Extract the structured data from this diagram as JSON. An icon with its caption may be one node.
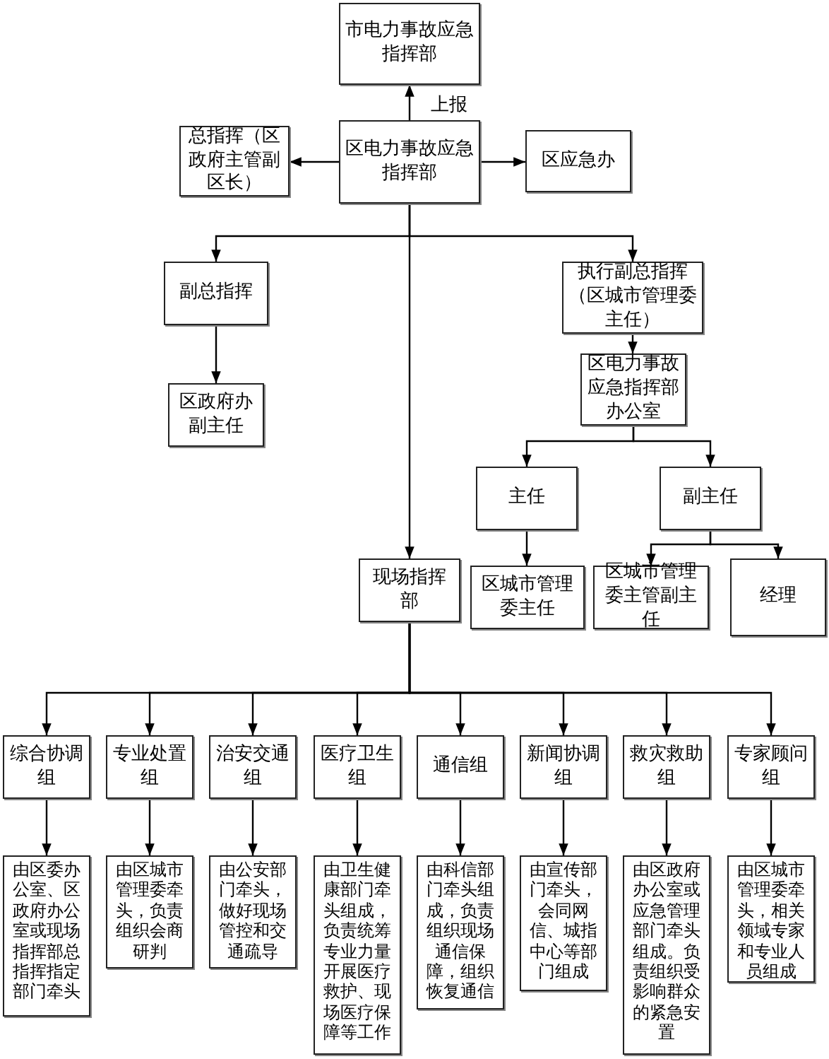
{
  "diagram": {
    "nodes": [
      {
        "text": [
          "市电力事故应急指挥部"
        ]
      },
      {
        "text": [
          "总指挥（区政府主管副区长）"
        ]
      },
      {
        "text": [
          "区电力事故应急指挥部"
        ]
      },
      {
        "text": [
          "区应急办"
        ]
      },
      {
        "text": [
          "副总指挥"
        ]
      },
      {
        "text": [
          "执行副总指挥（区城市管理委主任）"
        ]
      },
      {
        "text": [
          "区政府办副主任"
        ]
      },
      {
        "text": [
          "区电力事故应急指挥部办公室"
        ]
      },
      {
        "text": [
          "主任"
        ]
      },
      {
        "text": [
          "副主任"
        ]
      },
      {
        "text": [
          "现场指挥部"
        ]
      },
      {
        "text": [
          "区城市管理委主任"
        ]
      },
      {
        "text": [
          "区城市管理委主管副主任"
        ]
      },
      {
        "text": [
          "经理"
        ]
      },
      {
        "text": [
          "综合协调组"
        ]
      },
      {
        "text": [
          "专业处置组"
        ]
      },
      {
        "text": [
          "治安交通组"
        ]
      },
      {
        "text": [
          "医疗卫生组"
        ]
      },
      {
        "text": [
          "通信组"
        ]
      },
      {
        "text": [
          "新闻协调组"
        ]
      },
      {
        "text": [
          "救灾救助组"
        ]
      },
      {
        "text": [
          "专家顾问组"
        ]
      },
      {
        "text": [
          "由区委办公室、区政府办公室或现场指挥部总指挥指定部门牵头"
        ]
      },
      {
        "text": [
          "由区城市管理委牵头，负责组织会商研判"
        ]
      },
      {
        "text": [
          "由公安部门牵头，做好现场管控和交通疏导"
        ]
      },
      {
        "text": [
          "由卫生健康部门牵头组成，负责统筹专业力量开展医疗救护、现场医疗保障等工作"
        ]
      },
      {
        "text": [
          "由科信部门牵头组成，负责组织现场通信保障，组织恢复通信"
        ]
      },
      {
        "text": [
          "由宣传部门牵头，会同网信、城指中心等部门组成"
        ]
      },
      {
        "text": [
          "由区政府办公室或应急管理部门牵头组成。负责组织受影响群众的紧急安置"
        ]
      },
      {
        "text": [
          "由区城市管理委牵头，相关领域专家和专业人员组成"
        ]
      }
    ],
    "edges": [
      {
        "from": 2,
        "to": 0,
        "arrow": "to",
        "label": "上报"
      },
      {
        "from": 2,
        "to": 1,
        "arrow": "to"
      },
      {
        "from": 2,
        "to": 3,
        "arrow": "to"
      },
      {
        "from": 2,
        "to": 4,
        "arrow": "to"
      },
      {
        "from": 2,
        "to": 5,
        "arrow": "to"
      },
      {
        "from": 4,
        "to": 6,
        "arrow": "to"
      },
      {
        "from": 5,
        "to": 7,
        "arrow": "to"
      },
      {
        "from": 7,
        "to": 8,
        "arrow": "to"
      },
      {
        "from": 7,
        "to": 9,
        "arrow": "to"
      },
      {
        "from": 8,
        "to": 11,
        "arrow": "to"
      },
      {
        "from": 9,
        "to": 12,
        "arrow": "to"
      },
      {
        "from": 9,
        "to": 13,
        "arrow": "to"
      },
      {
        "from": 2,
        "to": 10,
        "arrow": "to"
      },
      {
        "from": 10,
        "to": 14,
        "arrow": "to"
      },
      {
        "from": 10,
        "to": 15,
        "arrow": "to"
      },
      {
        "from": 10,
        "to": 16,
        "arrow": "to"
      },
      {
        "from": 10,
        "to": 17,
        "arrow": "to"
      },
      {
        "from": 10,
        "to": 18,
        "arrow": "to"
      },
      {
        "from": 10,
        "to": 19,
        "arrow": "to"
      },
      {
        "from": 10,
        "to": 20,
        "arrow": "to"
      },
      {
        "from": 10,
        "to": 21,
        "arrow": "to"
      },
      {
        "from": 14,
        "to": 22,
        "arrow": "to"
      },
      {
        "from": 15,
        "to": 23,
        "arrow": "to"
      },
      {
        "from": 16,
        "to": 24,
        "arrow": "to"
      },
      {
        "from": 17,
        "to": 25,
        "arrow": "to"
      },
      {
        "from": 18,
        "to": 26,
        "arrow": "to"
      },
      {
        "from": 19,
        "to": 27,
        "arrow": "to"
      },
      {
        "from": 20,
        "to": 28,
        "arrow": "to"
      },
      {
        "from": 21,
        "to": 29,
        "arrow": "to"
      }
    ]
  }
}
